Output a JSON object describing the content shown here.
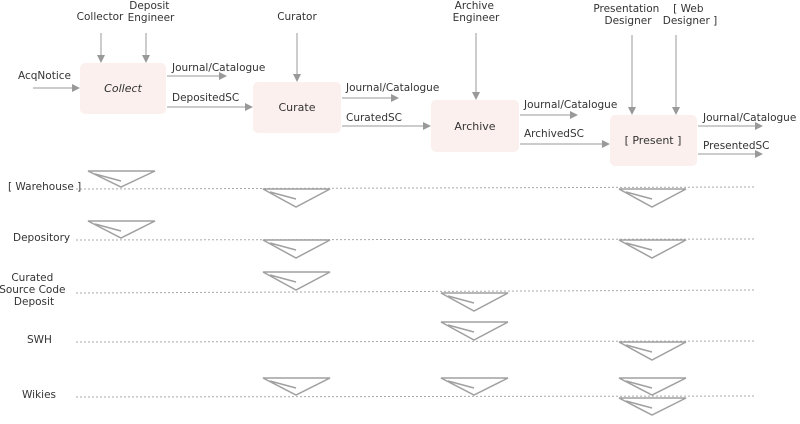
{
  "colors": {
    "process_fill": "#fbf0ee",
    "arrow": "#999999",
    "line": "#aaaaaa",
    "text": "#333333",
    "triangle_stroke": "#a0a0a0"
  },
  "processes": [
    {
      "id": "collect",
      "label": "Collect",
      "italic": true
    },
    {
      "id": "curate",
      "label": "Curate",
      "italic": false
    },
    {
      "id": "archive",
      "label": "Archive",
      "italic": false
    },
    {
      "id": "present",
      "label": "[ Present ]",
      "italic": false
    }
  ],
  "actors": [
    {
      "id": "collector",
      "lines": [
        "Collector"
      ]
    },
    {
      "id": "deposit-engineer",
      "lines": [
        "Deposit",
        "Engineer"
      ]
    },
    {
      "id": "curator",
      "lines": [
        "Curator"
      ]
    },
    {
      "id": "archive-engineer",
      "lines": [
        "Archive",
        "Engineer"
      ]
    },
    {
      "id": "presentation-designer",
      "lines": [
        "Presentation",
        "Designer"
      ]
    },
    {
      "id": "web-designer",
      "lines": [
        "[ Web",
        "Designer ]"
      ]
    }
  ],
  "flows": {
    "acq_notice": "AcqNotice",
    "collect_journal": "Journal/Catalogue",
    "collect_out": "DepositedSC",
    "curate_journal": "Journal/Catalogue",
    "curate_out": "CuratedSC",
    "archive_journal": "Journal/Catalogue",
    "archive_out": "ArchivedSC",
    "present_journal": "Journal/Catalogue",
    "present_out": "PresentedSC"
  },
  "stores": [
    {
      "id": "warehouse",
      "lines": [
        "[ Warehouse ]"
      ]
    },
    {
      "id": "depository",
      "lines": [
        "Depository"
      ]
    },
    {
      "id": "curated-source-code-deposit",
      "lines": [
        "Curated",
        "Source Code",
        "Deposit"
      ]
    },
    {
      "id": "swh",
      "lines": [
        "SWH"
      ]
    },
    {
      "id": "wikies",
      "lines": [
        "Wikies"
      ]
    }
  ]
}
